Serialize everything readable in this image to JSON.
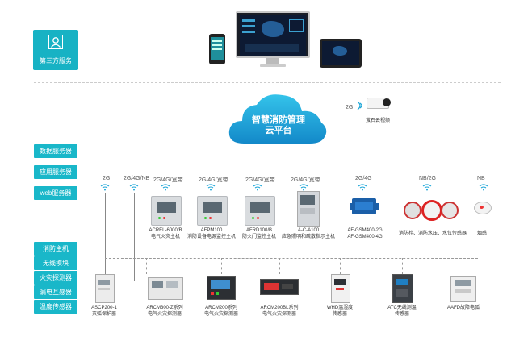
{
  "left_panel": {
    "third_party_label": "第三方服务",
    "server_buttons": [
      "数据服务器",
      "应用服务器",
      "web服务器"
    ],
    "device_buttons": [
      "消防主机",
      "无线模块",
      "火灾探测器",
      "漏电互感器",
      "温度传感器"
    ]
  },
  "cloud": {
    "line1": "智慧消防管理",
    "line2": "云平台"
  },
  "camera": {
    "signal": "2G",
    "label": "萤石云视频"
  },
  "signals": [
    "2G",
    "2G/4G/NB",
    "2G/4G/宽带",
    "2G/4G/宽带",
    "2G/4G/宽带",
    "2G/4G/宽带",
    "2G/4G",
    "NB/2G",
    "NB"
  ],
  "devices_top": [
    {
      "line1": "ACREL-6000/B",
      "line2": "电气火灾主机"
    },
    {
      "line1": "AFPM100",
      "line2": "消防设备电源监控主机"
    },
    {
      "line1": "AFRD100/B",
      "line2": "防火门监控主机"
    },
    {
      "line1": "A-C-A100",
      "line2": "应急照明和疏散指示主机"
    },
    {
      "line1": "AF-GSM400-2G",
      "line2": "AF-GSM400-4G"
    },
    {
      "line1": "消防栓、消防水压、水位传感器",
      "line2": ""
    },
    {
      "line1": "烟感",
      "line2": ""
    }
  ],
  "devices_bottom": [
    {
      "line1": "ASCP200-1",
      "line2": "灭弧保护器"
    },
    {
      "line1": "ARCM300-Z系列",
      "line2": "电气火灾探测器"
    },
    {
      "line1": "ARCM200系列",
      "line2": "电气火灾探测器"
    },
    {
      "line1": "ARCM200BL系列",
      "line2": "电气火灾探测器"
    },
    {
      "line1": "WHD温湿度",
      "line2": "传感器"
    },
    {
      "line1": "ATC无线测温",
      "line2": "传感器"
    },
    {
      "line1": "AAFD故障电弧",
      "line2": ""
    }
  ],
  "colors": {
    "accent": "#17b2c4",
    "cloud": "#1fa7d8"
  }
}
